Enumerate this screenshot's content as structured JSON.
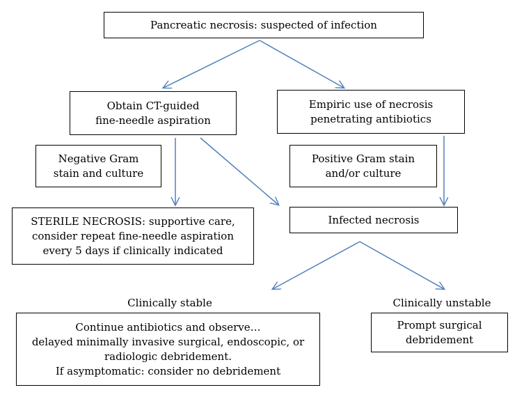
{
  "diagram": {
    "nodes": {
      "suspected": {
        "lines": [
          "Pancreatic necrosis: suspected of infection"
        ]
      },
      "fna": {
        "lines": [
          "Obtain CT-guided",
          "fine-needle aspiration"
        ]
      },
      "empiric": {
        "lines": [
          "Empiric use of necrosis",
          "penetrating antibiotics"
        ]
      },
      "negative": {
        "lines": [
          "Negative Gram",
          "stain and culture"
        ]
      },
      "positive": {
        "lines": [
          "Positive Gram stain",
          "and/or culture"
        ]
      },
      "sterile": {
        "lines": [
          "STERILE NECROSIS: supportive care,",
          "consider repeat fine-needle aspiration",
          "every 5 days if clinically indicated"
        ]
      },
      "infected": {
        "lines": [
          "Infected necrosis"
        ]
      },
      "continue": {
        "lines": [
          "Continue antibiotics and observe…",
          "delayed minimally invasive surgical, endoscopic, or",
          "radiologic debridement.",
          "If asymptomatic: consider no debridement"
        ]
      },
      "surgical": {
        "lines": [
          "Prompt surgical",
          "debridement"
        ]
      }
    },
    "labels": {
      "stable": "Clinically stable",
      "unstable": "Clinically unstable"
    },
    "edges": [
      {
        "from": "suspected",
        "to": "fna"
      },
      {
        "from": "suspected",
        "to": "empiric"
      },
      {
        "from": "fna",
        "to": "sterile"
      },
      {
        "from": "fna",
        "to": "infected"
      },
      {
        "from": "empiric",
        "to": "infected"
      },
      {
        "from": "infected",
        "to": "stable"
      },
      {
        "from": "infected",
        "to": "unstable"
      }
    ],
    "arrow_color": "#4f81bd"
  }
}
